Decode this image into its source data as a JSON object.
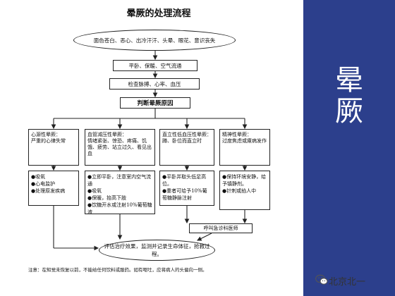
{
  "title": "晕厥的处理流程",
  "side_title": "晕\n厥",
  "symptoms": "面色苍白、恶心、出冷汗汗、头晕、眼花、意识丧失",
  "steps": [
    "平卧、保暖、空气流通",
    "检查脉搏、心率、血压",
    "判断晕厥原因"
  ],
  "categories": [
    {
      "label": "心源性晕厥：",
      "detail": "严重的心律失常"
    },
    {
      "label": "血管减压性晕厥：",
      "detail": "情绪紧张、惊恐、疼痛、饥饿、疲劳、站立过久、看见出血"
    },
    {
      "label": "直立性低血压性晕厥：",
      "detail": "蹲、卧位而直立时"
    },
    {
      "label": "精神性晕厥：",
      "detail": "过度焦虑或癔病发作"
    }
  ],
  "treatments": [
    [
      "●吸氧",
      "●心电监护",
      "●处理原发疾病"
    ],
    [
      "●立即平卧，注意室内空气流通",
      "●吸氧",
      "●保暖，抬高下肢",
      "●饮糖开水或注射10%葡萄糖液"
    ],
    [
      "●平卧并取头低足高位。",
      "●重者可给予10%葡萄糖静脉注射"
    ],
    [
      "●保持环境安静，给予镇静剂。",
      "●针刺或掐人中"
    ]
  ],
  "call_label": "呼叫急诊科医师",
  "evaluate": "评估治疗效果，监测并记录生命体征，抢救过程。",
  "note": "注意：在知觉未恢复以前，不能给任何饮料或服药。如有呕吐，应将病人的头偏向一侧。",
  "watermark": "北京北一",
  "watermark_icon": "wechat-icon",
  "colors": {
    "side_panel": "#2c3f8c",
    "side_text": "#ffffff",
    "background": "#ffffff"
  }
}
